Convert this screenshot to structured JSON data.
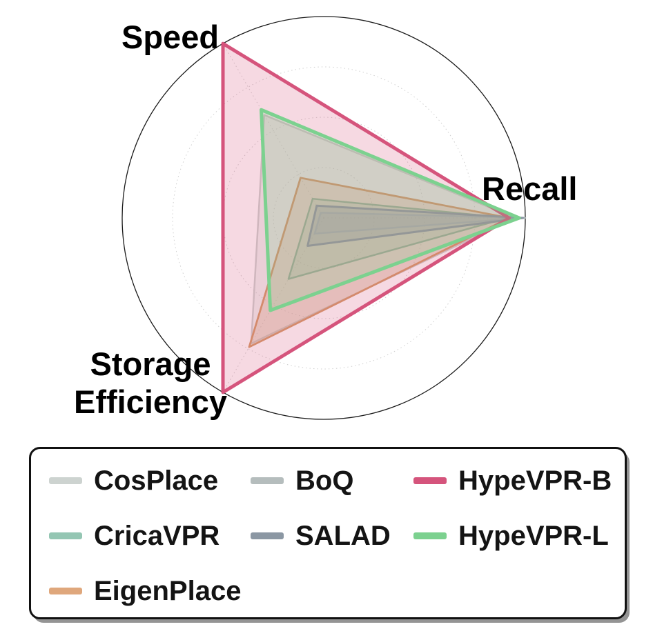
{
  "chart_data": {
    "type": "radar",
    "axes": [
      "Recall",
      "Speed",
      "Storage Efficiency"
    ],
    "axis_max": 1.0,
    "rings": [
      0.25,
      0.5,
      0.75
    ],
    "grid": "dotted-circles-with-radial-spokes",
    "legend_position": "bottom-box",
    "series": [
      {
        "name": "CosPlace",
        "color": "#cdd3d0",
        "line_width": 2.5,
        "fill_opacity": 0.3,
        "values": [
          0.95,
          0.59,
          0.72
        ]
      },
      {
        "name": "CricaVPR",
        "color": "#84bba8",
        "line_width": 2.5,
        "fill_opacity": 0.25,
        "values": [
          0.91,
          0.11,
          0.35
        ]
      },
      {
        "name": "EigenPlace",
        "color": "#d49a68",
        "line_width": 2.8,
        "fill_opacity": 0.25,
        "values": [
          0.92,
          0.23,
          0.74
        ]
      },
      {
        "name": "BoQ",
        "color": "#b5bdbd",
        "line_width": 2.5,
        "fill_opacity": 0.25,
        "values": [
          1.0,
          0.03,
          0.09
        ]
      },
      {
        "name": "SALAD",
        "color": "#8b97a3",
        "line_width": 3.0,
        "fill_opacity": 0.3,
        "values": [
          0.99,
          0.07,
          0.16
        ]
      },
      {
        "name": "HypeVPR-B",
        "color": "#d5547c",
        "line_width": 5.0,
        "fill_opacity": 0.22,
        "values": [
          0.92,
          1.0,
          1.0
        ]
      },
      {
        "name": "HypeVPR-L",
        "color": "#7cd18f",
        "line_width": 5.0,
        "fill_opacity": 0.22,
        "values": [
          0.97,
          0.62,
          0.53
        ]
      }
    ]
  },
  "legend": {
    "items": [
      {
        "label": "CosPlace",
        "color": "#cdd3d0"
      },
      {
        "label": "CricaVPR",
        "color": "#94c6b3"
      },
      {
        "label": "EigenPlace",
        "color": "#dfa77c"
      },
      {
        "label": "BoQ",
        "color": "#b5bdbd"
      },
      {
        "label": "SALAD",
        "color": "#8b97a3"
      },
      {
        "label": "HypeVPR-B",
        "color": "#d5547c"
      },
      {
        "label": "HypeVPR-L",
        "color": "#7cd18f"
      }
    ]
  }
}
